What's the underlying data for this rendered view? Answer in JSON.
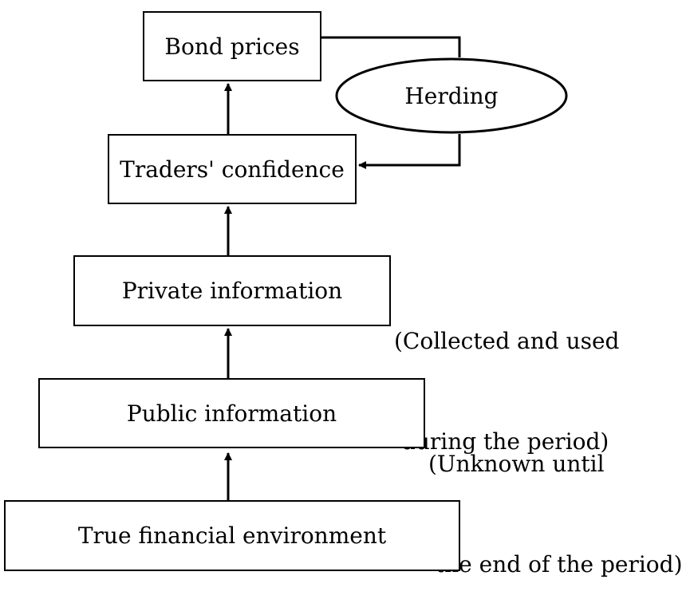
{
  "nodes": {
    "bond_prices": "Bond prices",
    "herding": "Herding",
    "traders_confidence": "Traders' confidence",
    "private_information": "Private information",
    "public_information": "Public information",
    "true_financial_environment": "True financial environment"
  },
  "notes": {
    "private_line1": "(Collected and used",
    "private_line2": " during the period)",
    "public_line1": "(Unknown until",
    "public_line2": " the end of the period)"
  }
}
